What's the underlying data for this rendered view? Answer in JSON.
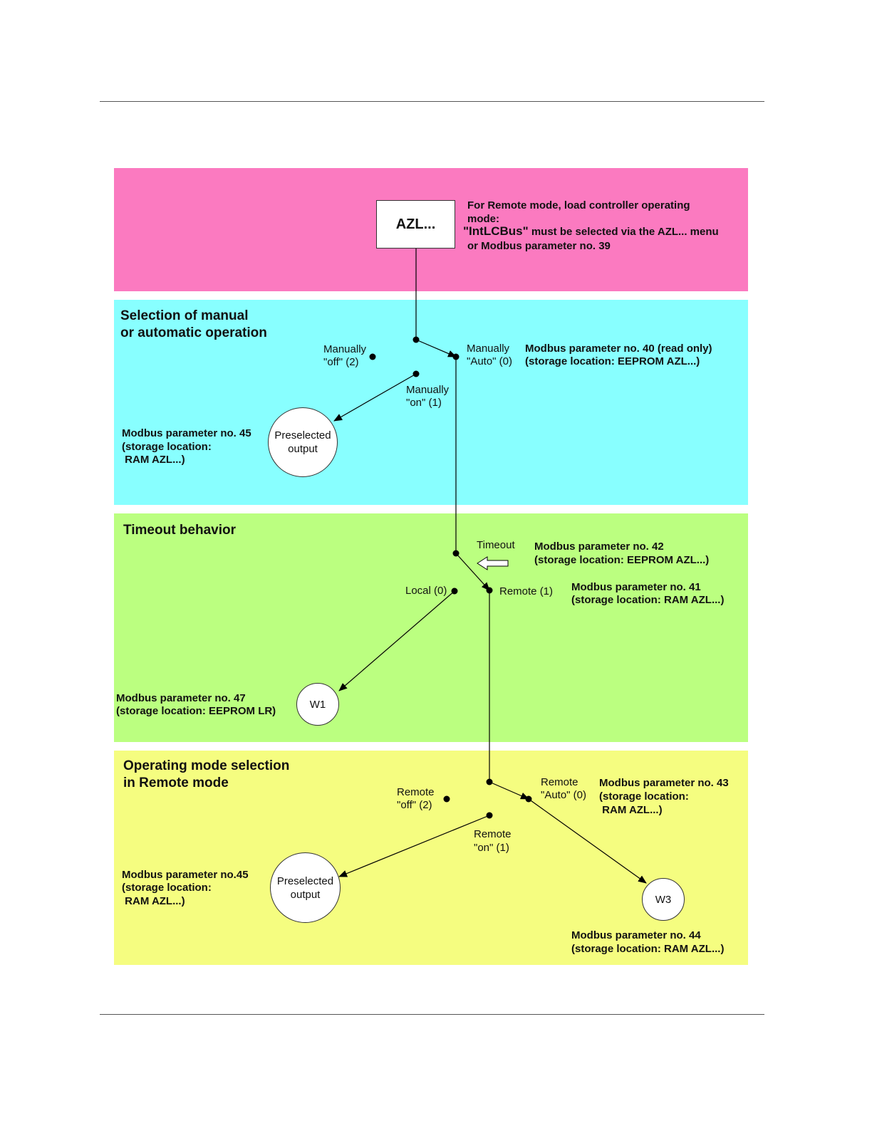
{
  "colors": {
    "pink": "#fb7ac0",
    "cyan": "#88ffff",
    "green": "#bbff80",
    "yellow": "#f5fd80"
  },
  "top_box": {
    "label": "AZL...",
    "note_line1": "For Remote mode, load controller operating",
    "note_line2": "mode:",
    "note_line3_bold": "\"IntLCBus\"",
    "note_line3_rest": "must be selected via the AZL... menu",
    "note_line4": "or Modbus parameter no. 39"
  },
  "manual_section": {
    "title_line1": "Selection of manual",
    "title_line2": "or automatic operation",
    "off_line1": "Manually",
    "off_line2": "\"off\" (2)",
    "on_line1": "Manually",
    "on_line2": "\"on\" (1)",
    "auto_line1": "Manually",
    "auto_line2": "\"Auto\" (0)",
    "param40_line1": "Modbus parameter no. 40 (read only)",
    "param40_line2": "(storage location: EEPROM AZL...)",
    "preselected_line1": "Preselected",
    "preselected_line2": "output",
    "param45_line1": "Modbus parameter no. 45",
    "param45_line2": "(storage location:",
    "param45_line3": " RAM AZL...)"
  },
  "timeout_section": {
    "title": "Timeout behavior",
    "timeout_label": "Timeout",
    "param42_line1": "Modbus parameter no. 42",
    "param42_line2": "(storage location: EEPROM AZL...)",
    "local_label": "Local (0)",
    "remote_label": "Remote (1)",
    "param41_line1": "Modbus parameter no. 41",
    "param41_line2": "(storage location: RAM AZL...)",
    "w1_label": "W1",
    "param47_line1": "Modbus parameter no. 47",
    "param47_line2": "(storage location: EEPROM LR)"
  },
  "remote_section": {
    "title_line1": "Operating mode selection",
    "title_line2": "in Remote mode",
    "off_line1": "Remote",
    "off_line2": "\"off\" (2)",
    "on_line1": "Remote",
    "on_line2": "\"on\" (1)",
    "auto_line1": "Remote",
    "auto_line2": "\"Auto\" (0)",
    "param43_line1": "Modbus parameter no. 43",
    "param43_line2": "(storage location:",
    "param43_line3": " RAM AZL...)",
    "preselected_line1": "Preselected",
    "preselected_line2": "output",
    "param45_line1": "Modbus parameter no.45",
    "param45_line2": "(storage location:",
    "param45_line3": " RAM AZL...)",
    "w3_label": "W3",
    "param44_line1": "Modbus parameter no. 44",
    "param44_line2": "(storage location: RAM AZL...)"
  }
}
